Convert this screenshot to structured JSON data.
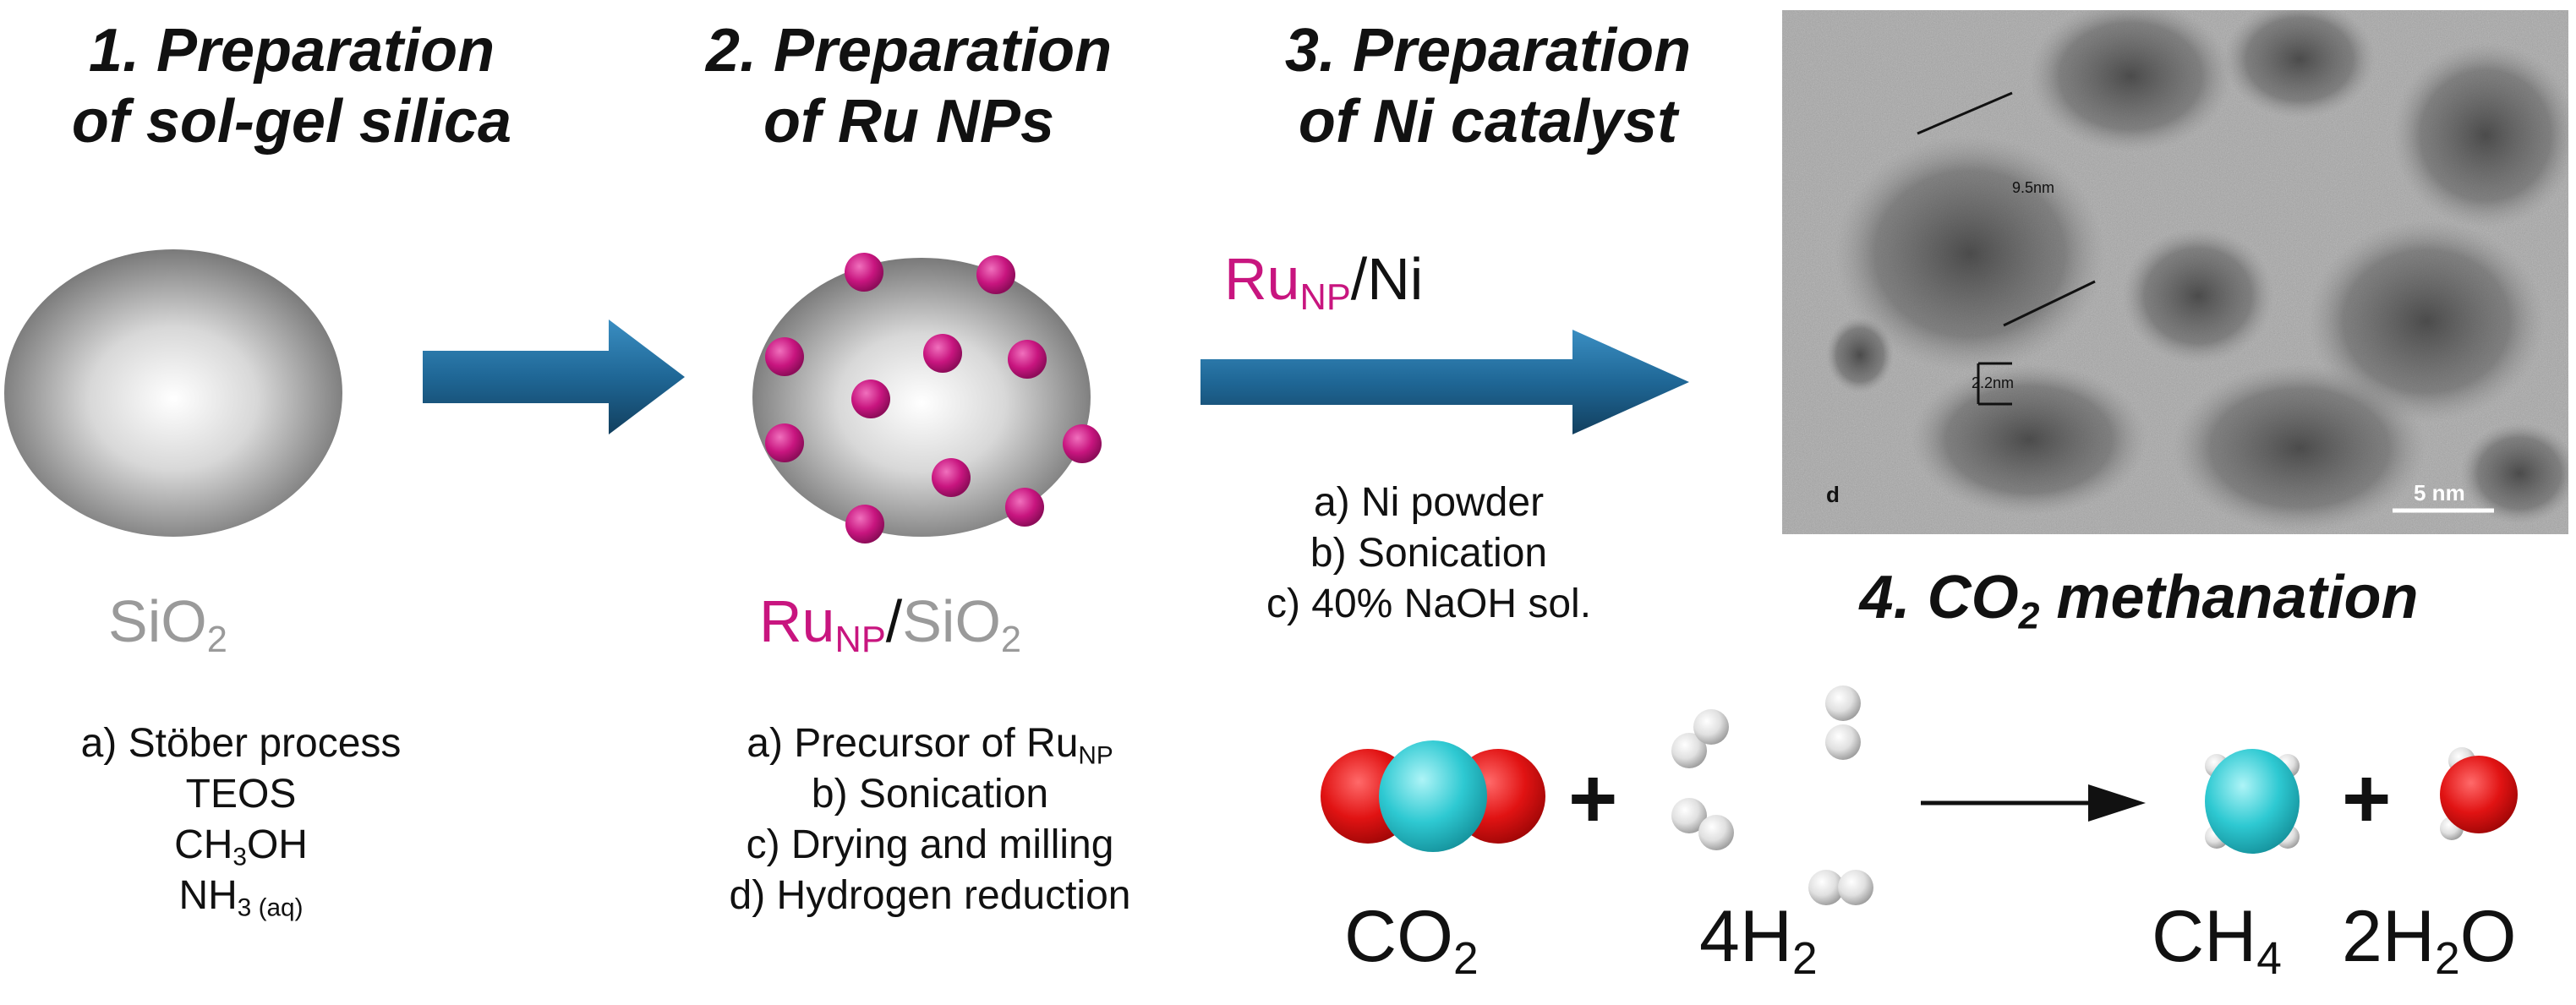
{
  "sections": {
    "s1": {
      "title_line1": "1. Preparation",
      "title_line2": "of sol-gel silica"
    },
    "s2": {
      "title_line1": "2. Preparation",
      "title_line2": "of Ru NPs"
    },
    "s3": {
      "title_line1": "3. Preparation",
      "title_line2": "of Ni catalyst"
    },
    "s4": {
      "title_prefix": "4. CO",
      "title_sub": "2",
      "title_suffix": " methanation"
    }
  },
  "labels": {
    "sio2_main": "SiO",
    "sio2_sub": "2",
    "ru_main": "Ru",
    "ru_sub": "NP",
    "slash": "/",
    "ni": "Ni",
    "sio2b_main": "SiO",
    "sio2b_sub": "2"
  },
  "steps1": {
    "a": "a) Stöber process",
    "b": "TEOS",
    "c_pre": "CH",
    "c_sub": "3",
    "c_post": "OH",
    "d_pre": "NH",
    "d_sub": "3 (aq)"
  },
  "steps2": {
    "a_pre": "a) Precursor of Ru",
    "a_sub": "NP",
    "b": "b) Sonication",
    "c": "c) Drying and milling",
    "d": "d) Hydrogen reduction"
  },
  "steps3": {
    "a": "a) Ni powder",
    "b": "b) Sonication",
    "c": "c) 40% NaOH sol."
  },
  "micrograph": {
    "label_d": "d",
    "scale_bar": "5 nm",
    "measure1": "9.5nm",
    "measure2": "2.2nm"
  },
  "equation": {
    "co2_main": "CO",
    "co2_sub": "2",
    "h2_pre": "4H",
    "h2_sub": "2",
    "ch4_main": "CH",
    "ch4_sub": "4",
    "h2o_pre": "2H",
    "h2o_sub": "2",
    "h2o_post": "O",
    "plus": "+"
  },
  "colors": {
    "arrow_blue": "#1f5f8b",
    "nanoparticle_pink": "#c8157f",
    "oxygen_red": "#e11313",
    "carbon_cyan": "#2ec9d2",
    "hydrogen_white": "#e6e6e6"
  }
}
